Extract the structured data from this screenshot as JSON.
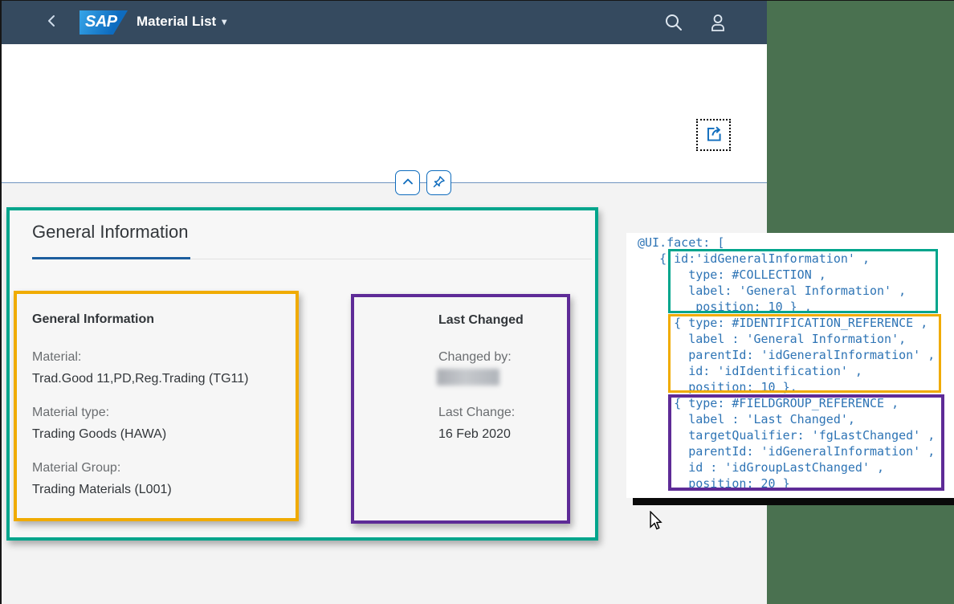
{
  "header": {
    "logo_text": "SAP",
    "title": "Material List",
    "caret": "▾"
  },
  "icons": {
    "back": "chevron-left",
    "search": "magnifier",
    "profile": "person",
    "share": "share-export",
    "collapse": "chevron-up",
    "pin": "pushpin"
  },
  "section": {
    "title": "General Information"
  },
  "groups": {
    "general": {
      "heading": "General Information",
      "fields": [
        {
          "label": "Material:",
          "value": "Trad.Good 11,PD,Reg.Trading (TG11)"
        },
        {
          "label": "Material type:",
          "value": "Trading Goods (HAWA)"
        },
        {
          "label": "Material Group:",
          "value": "Trading Materials (L001)"
        }
      ]
    },
    "last_changed": {
      "heading": "Last Changed",
      "fields": [
        {
          "label": "Changed by:",
          "value": "",
          "redacted": true
        },
        {
          "label": "Last Change:",
          "value": "16 Feb 2020"
        }
      ]
    }
  },
  "code": {
    "lines": [
      "@UI.facet: [",
      "   { id:'idGeneralInformation' ,",
      "       type: #COLLECTION ,",
      "       label: 'General Information' ,",
      "        position: 10 } ,",
      "     { type: #IDENTIFICATION_REFERENCE ,",
      "       label : 'General Information',",
      "       parentId: 'idGeneralInformation' ,",
      "       id: 'idIdentification' ,",
      "       position: 10 },",
      "     { type: #FIELDGROUP_REFERENCE ,",
      "       label : 'Last Changed',",
      "       targetQualifier: 'fgLastChanged' ,",
      "       parentId: 'idGeneralInformation' ,",
      "       id : 'idGroupLastChanged' ,",
      "       position: 20 }"
    ]
  },
  "colors": {
    "header_bg": "#354a5f",
    "accent_blue": "#0f6cbd",
    "teal_annotation": "#00a58c",
    "orange_annotation": "#f0ab00",
    "purple_annotation": "#5e2b97",
    "green_backdrop": "#4a7150",
    "code_text": "#2e74b5"
  }
}
